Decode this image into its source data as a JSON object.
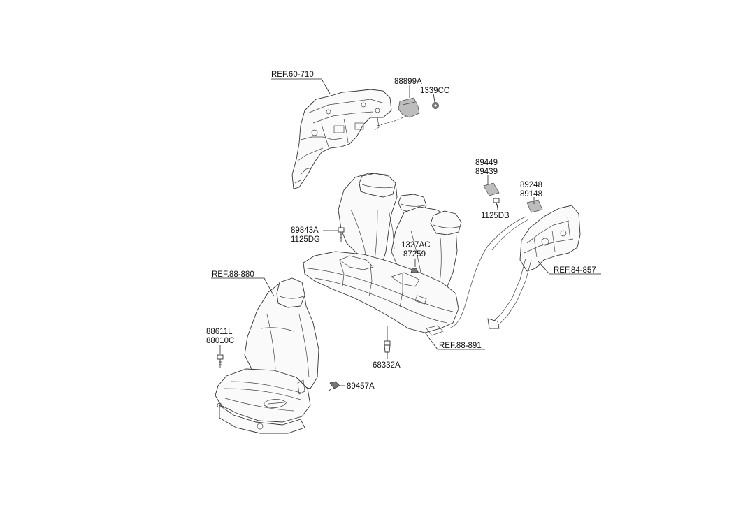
{
  "diagram": {
    "references": {
      "ref_60_710": "REF.60-710",
      "ref_88_880": "REF.88-880",
      "ref_84_857": "REF.84-857",
      "ref_88_891": "REF.88-891"
    },
    "parts": {
      "p88899A": "88899A",
      "p1339CC": "1339CC",
      "p89449": "89449",
      "p89439": "89439",
      "p89248": "89248",
      "p89148": "89148",
      "p1125DB": "1125DB",
      "p89843A": "89843A",
      "p1125DG": "1125DG",
      "p1327AC": "1327AC",
      "p87259": "87259",
      "p88611L": "88611L",
      "p88010C": "88010C",
      "p68332A": "68332A",
      "p89457A": "89457A"
    }
  }
}
